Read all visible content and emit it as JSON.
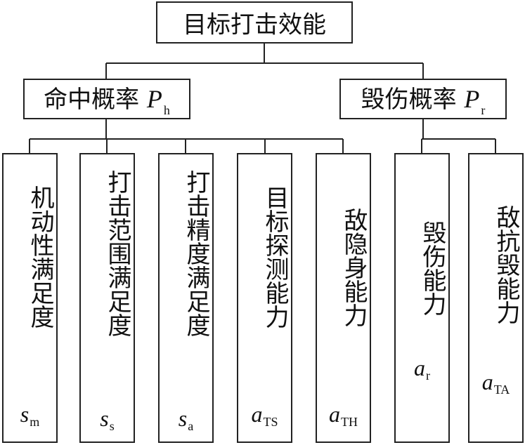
{
  "root": {
    "label": "目标打击效能"
  },
  "mid_left": {
    "label": "命中概率",
    "symbol": "P",
    "symbol_sub": "h"
  },
  "mid_right": {
    "label": "毁伤概率",
    "symbol": "P",
    "symbol_sub": "r"
  },
  "leaves": [
    {
      "label": "机动性满足度",
      "symbol": "s",
      "symbol_sub": "m"
    },
    {
      "label": "打击范围满足度",
      "symbol": "s",
      "symbol_sub": "s"
    },
    {
      "label": "打击精度满足度",
      "symbol": "s",
      "symbol_sub": "a"
    },
    {
      "label": "目标探测能力",
      "symbol": "a",
      "symbol_sub": "TS"
    },
    {
      "label": "敌隐身能力",
      "symbol": "a",
      "symbol_sub": "TH"
    },
    {
      "label": "毁伤能力",
      "symbol": "a",
      "symbol_sub": "r"
    },
    {
      "label": "敌抗毁能力",
      "symbol": "a",
      "symbol_sub": "TA"
    }
  ]
}
